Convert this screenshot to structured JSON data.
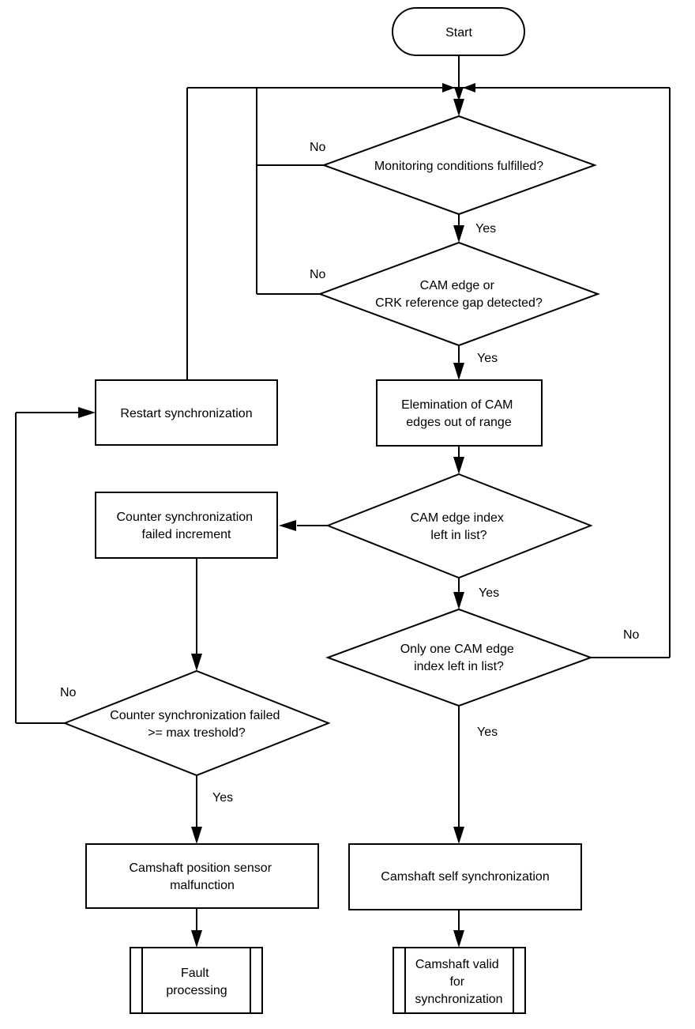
{
  "nodes": {
    "start": {
      "lines": [
        "Start"
      ]
    },
    "monitoring_decision": {
      "lines": [
        "Monitoring conditions fulfilled?"
      ]
    },
    "cam_crk_decision": {
      "lines": [
        "CAM edge or",
        "CRK reference gap detected?"
      ]
    },
    "elimination": {
      "lines": [
        "Elemination of CAM",
        "edges out of range"
      ]
    },
    "index_left_decision": {
      "lines": [
        "CAM edge index",
        "left in list?"
      ]
    },
    "only_one_decision": {
      "lines": [
        "Only one CAM edge",
        "index left in list?"
      ]
    },
    "self_sync": {
      "lines": [
        "Camshaft self synchronization"
      ]
    },
    "valid_sync": {
      "lines": [
        "Camshaft valid",
        "for",
        "synchronization"
      ]
    },
    "restart_sync": {
      "lines": [
        "Restart synchronization"
      ]
    },
    "counter_increment": {
      "lines": [
        "Counter synchronization",
        "failed increment"
      ]
    },
    "threshold_decision": {
      "lines": [
        "Counter synchronization failed",
        ">= max treshold?"
      ]
    },
    "sensor_malfunction": {
      "lines": [
        "Camshaft position sensor",
        "malfunction"
      ]
    },
    "fault_processing": {
      "lines": [
        "Fault",
        "processing"
      ]
    }
  },
  "edge_labels": {
    "monitoring_no": "No",
    "monitoring_yes": "Yes",
    "cam_crk_no": "No",
    "cam_crk_yes": "Yes",
    "index_left_yes": "Yes",
    "only_one_no": "No",
    "only_one_yes": "Yes",
    "threshold_no": "No",
    "threshold_yes": "Yes"
  }
}
